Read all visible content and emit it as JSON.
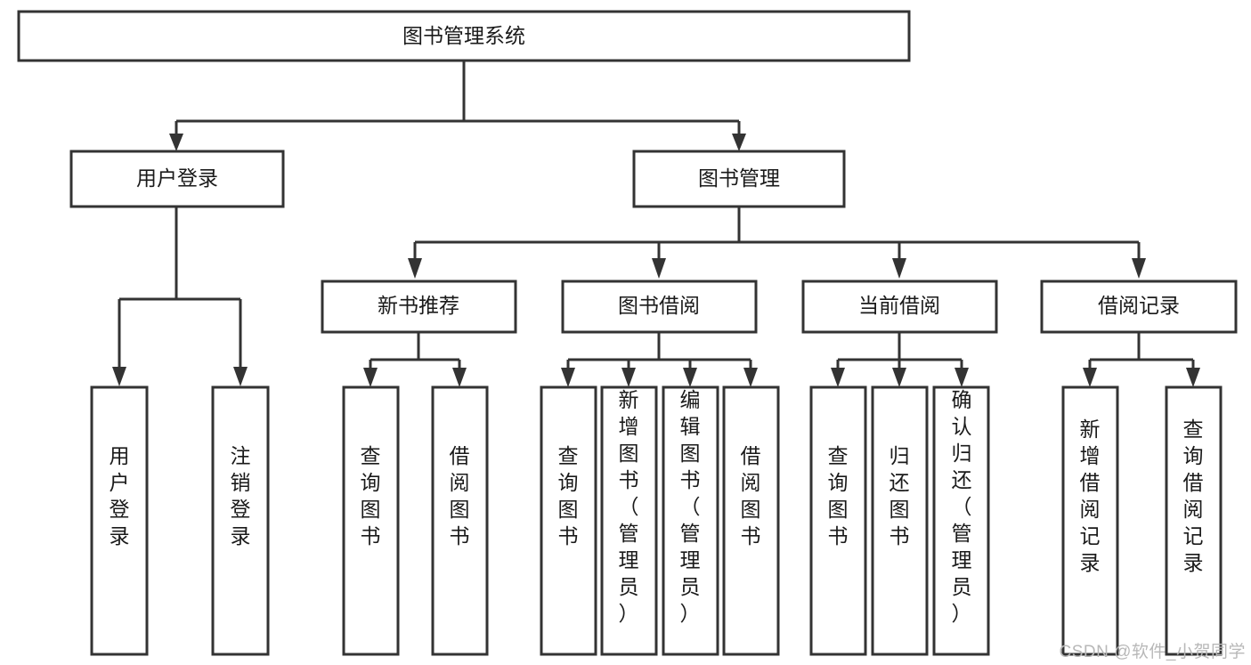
{
  "diagram": {
    "type": "tree-hierarchy",
    "title": "图书管理系统",
    "root": {
      "id": "root",
      "label": "图书管理系统",
      "level": 0
    },
    "level1": [
      {
        "id": "user-login",
        "label": "用户登录"
      },
      {
        "id": "book-management",
        "label": "图书管理"
      }
    ],
    "level2": [
      {
        "id": "new-book-recommend",
        "label": "新书推荐",
        "parent": "book-management"
      },
      {
        "id": "book-borrow",
        "label": "图书借阅",
        "parent": "book-management"
      },
      {
        "id": "current-borrow",
        "label": "当前借阅",
        "parent": "book-management"
      },
      {
        "id": "borrow-record",
        "label": "借阅记录",
        "parent": "book-management"
      }
    ],
    "leaves": {
      "user-login": [
        {
          "id": "leaf-user-login",
          "label": "用户登录"
        },
        {
          "id": "leaf-user-logout",
          "label": "注销登录"
        }
      ],
      "new-book-recommend": [
        {
          "id": "leaf-query-book-1",
          "label": "查询图书"
        },
        {
          "id": "leaf-borrow-book-1",
          "label": "借阅图书"
        }
      ],
      "book-borrow": [
        {
          "id": "leaf-query-book-2",
          "label": "查询图书"
        },
        {
          "id": "leaf-add-book",
          "label": "新增图书（管理员）"
        },
        {
          "id": "leaf-edit-book",
          "label": "编辑图书（管理员）"
        },
        {
          "id": "leaf-borrow-book-2",
          "label": "借阅图书"
        }
      ],
      "current-borrow": [
        {
          "id": "leaf-query-book-3",
          "label": "查询图书"
        },
        {
          "id": "leaf-return-book",
          "label": "归还图书"
        },
        {
          "id": "leaf-confirm-return",
          "label": "确认归还（管理员）"
        }
      ],
      "borrow-record": [
        {
          "id": "leaf-add-record",
          "label": "新增借阅记录"
        },
        {
          "id": "leaf-query-record",
          "label": "查询借阅记录"
        }
      ]
    },
    "colors": {
      "box_stroke": "#333333",
      "box_fill": "#ffffff",
      "connector": "#333333",
      "text": "#1a1a1a",
      "watermark": "#b8b8b8"
    }
  },
  "watermark": {
    "text": "CSDN @软件_小贺同学"
  }
}
